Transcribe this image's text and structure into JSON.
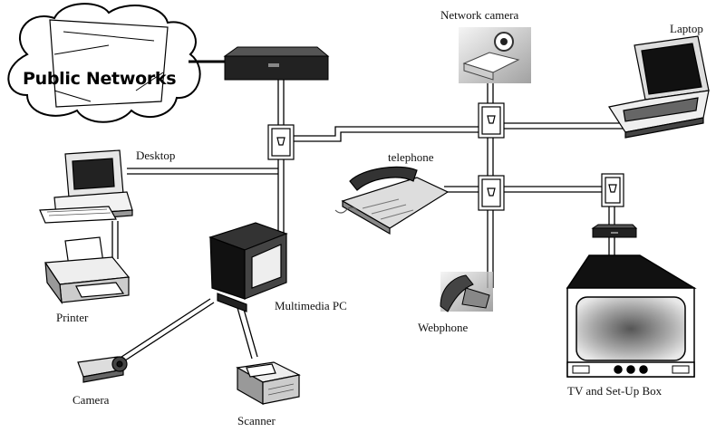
{
  "labels": {
    "public_networks": "Public Networks",
    "network_camera": "Network camera",
    "laptop": "Laptop",
    "desktop": "Desktop",
    "telephone": "telephone",
    "printer": "Printer",
    "multimedia_pc": "Multimedia PC",
    "webphone": "Webphone",
    "camera": "Camera",
    "scanner": "Scanner",
    "tv": "TV and Set-Up Box"
  },
  "colors": {
    "line": "#000000",
    "device_dark": "#1a1a1a",
    "device_mid": "#9a9a9a",
    "device_light": "#e6e6e6"
  },
  "icons": [
    "cloud-icon",
    "modem-icon",
    "wall-jack-icon",
    "network-camera-icon",
    "laptop-icon",
    "desktop-computer-icon",
    "telephone-icon",
    "printer-icon",
    "multimedia-pc-icon",
    "webphone-icon",
    "camera-icon",
    "scanner-icon",
    "tv-icon",
    "set-top-box-icon"
  ]
}
